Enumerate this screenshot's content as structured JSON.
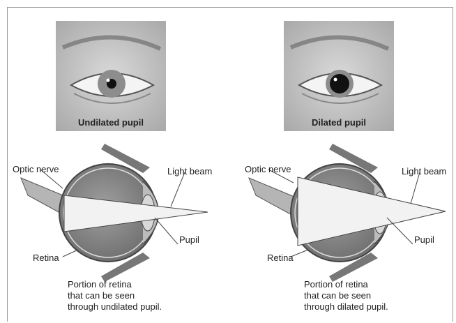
{
  "panels": [
    {
      "photo_caption": "Undilated pupil",
      "labels": {
        "optic_nerve": "Optic nerve",
        "light_beam": "Light beam",
        "pupil": "Pupil",
        "retina": "Retina"
      },
      "description": [
        "Portion of retina",
        "that can be seen",
        "through undilated pupil."
      ]
    },
    {
      "photo_caption": "Dilated pupil",
      "labels": {
        "optic_nerve": "Optic nerve",
        "light_beam": "Light beam",
        "pupil": "Pupil",
        "retina": "Retina"
      },
      "description": [
        "Portion of retina",
        "that can be seen",
        "through dilated pupil."
      ]
    }
  ],
  "colors": {
    "frame": "#9a9a9a",
    "text": "#222222",
    "eyeball": "#8a8a8a",
    "light_cone": "#f2f2f2"
  }
}
